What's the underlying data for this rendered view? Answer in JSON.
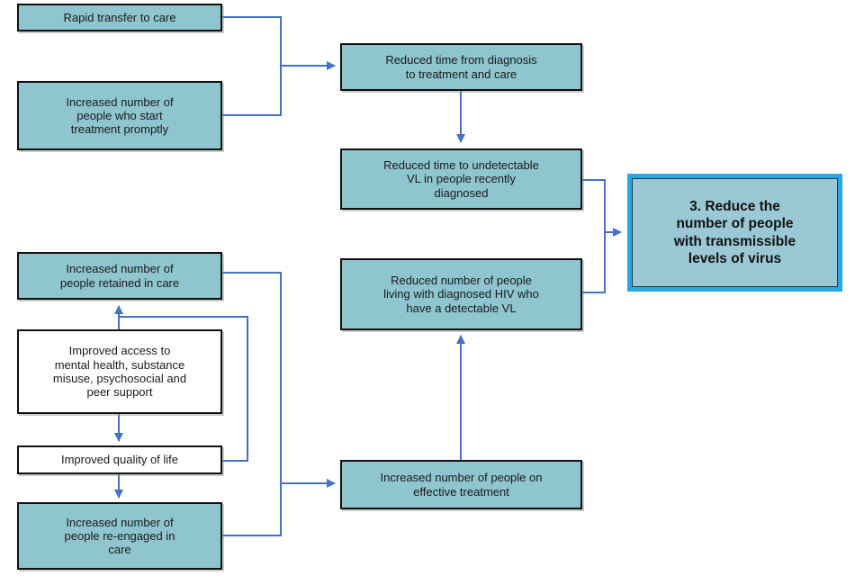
{
  "diagram": {
    "nodes": {
      "rapid_transfer": {
        "label": "Rapid transfer to care"
      },
      "start_treatment": {
        "label": "Increased number of\npeople who start\ntreatment promptly"
      },
      "reduced_time": {
        "label": "Reduced time from diagnosis\nto treatment and care"
      },
      "undetectable_vl": {
        "label": "Reduced time to undetectable\nVL in people recently\ndiagnosed"
      },
      "detectable_vl": {
        "label": "Reduced number of people\nliving with diagnosed HIV who\nhave a detectable VL"
      },
      "outcome": {
        "label": "3. Reduce the\nnumber of people\nwith transmissible\nlevels of virus"
      },
      "retained_in_care": {
        "label": "Increased number of\npeople retained in care"
      },
      "improved_access": {
        "label": "Improved access to\nmental health, substance\nmisuse, psychosocial and\npeer support"
      },
      "quality_of_life": {
        "label": "Improved quality of life"
      },
      "reengaged_in_care": {
        "label": "Increased number of\npeople re-engaged in\ncare"
      },
      "effective_treatment": {
        "label": "Increased number of people on\neffective treatment"
      }
    },
    "colors": {
      "teal_fill": "#8ec5cf",
      "white_fill": "#ffffff",
      "outcome_fill": "#9bc8d5",
      "outcome_border": "#29a9e1",
      "box_border": "#101010",
      "connector": "#4472c4"
    }
  }
}
